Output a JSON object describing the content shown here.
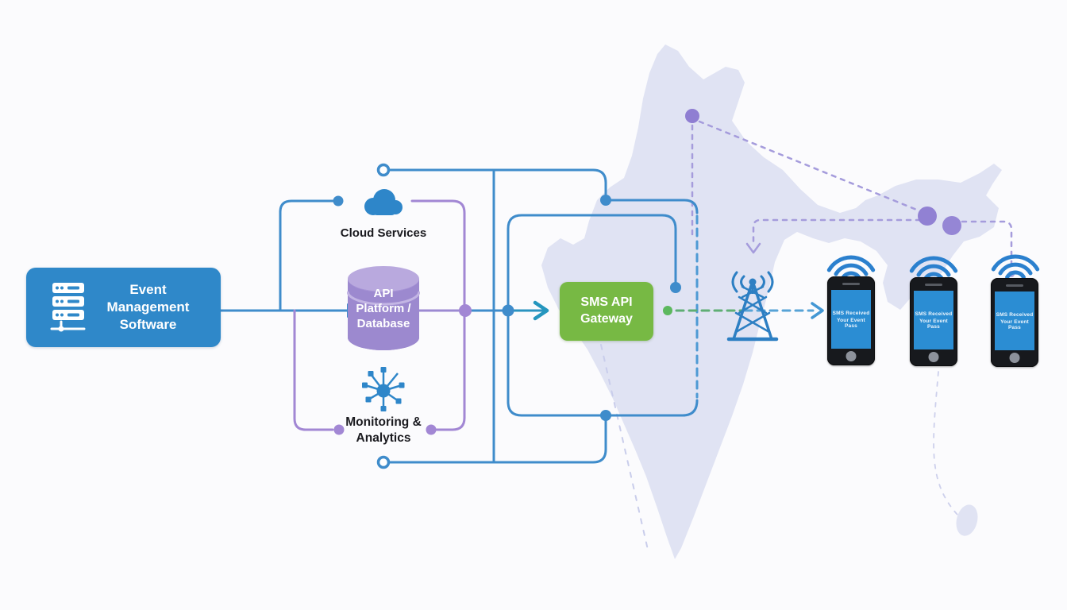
{
  "title": "SMS API Gateway architecture diagram (India)",
  "nodes": {
    "event_software": {
      "label": "Event Management Software"
    },
    "cloud_services": {
      "label": "Cloud Services"
    },
    "api_platform": {
      "label": "API Platform / Database"
    },
    "monitoring": {
      "label": "Monitoring & Analytics"
    },
    "sms_gateway": {
      "label": "SMS API Gateway"
    },
    "phone": {
      "screen_line1": "SMS Received",
      "screen_line2": "Your Event Pass",
      "count": 3
    }
  },
  "icons": [
    "server-rack-icon",
    "cloud-icon",
    "database-cylinder-icon",
    "network-hub-icon",
    "cell-tower-icon",
    "signal-waves-icon",
    "smartphone-icon",
    "india-map"
  ],
  "colors": {
    "box_blue": "#2f88c9",
    "gateway_green": "#77b944",
    "line_blue": "#3f8ccb",
    "line_purple": "#a287d4",
    "dashed_light_purple": "#a59cdc",
    "map_fill": "#e0e3f3",
    "map_dot_purple": "#8f7ed2",
    "green_dot": "#5cb85e",
    "phone_screen_blue": "#2b8dd3",
    "label_dark": "#1a1a1f"
  }
}
